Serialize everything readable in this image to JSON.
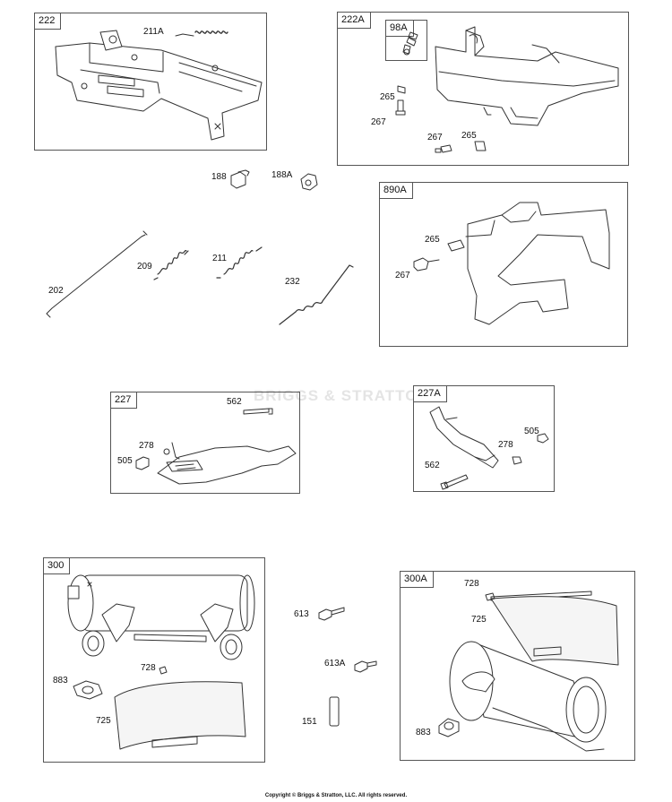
{
  "groups": {
    "g222": "222",
    "g222a": "222A",
    "g98a": "98A",
    "g890a": "890A",
    "g227": "227",
    "g227a": "227A",
    "g300": "300",
    "g300a": "300A"
  },
  "parts": {
    "p211a": "211A",
    "p265_a": "265",
    "p267_a": "267",
    "p267_b": "267",
    "p265_b": "265",
    "p188": "188",
    "p188a": "188A",
    "p265_c": "265",
    "p267_c": "267",
    "p209": "209",
    "p211": "211",
    "p232": "232",
    "p202": "202",
    "p562_a": "562",
    "p278_a": "278",
    "p505_a": "505",
    "p505_b": "505",
    "p278_b": "278",
    "p562_b": "562",
    "p728_a": "728",
    "p725_a": "725",
    "p883_a": "883",
    "p613": "613",
    "p613a": "613A",
    "p151": "151",
    "p728_b": "728",
    "p725_b": "725",
    "p883_b": "883"
  },
  "watermark": "BRIGGS & STRATTON",
  "copyright": "Copyright © Briggs & Stratton, LLC. All rights reserved."
}
